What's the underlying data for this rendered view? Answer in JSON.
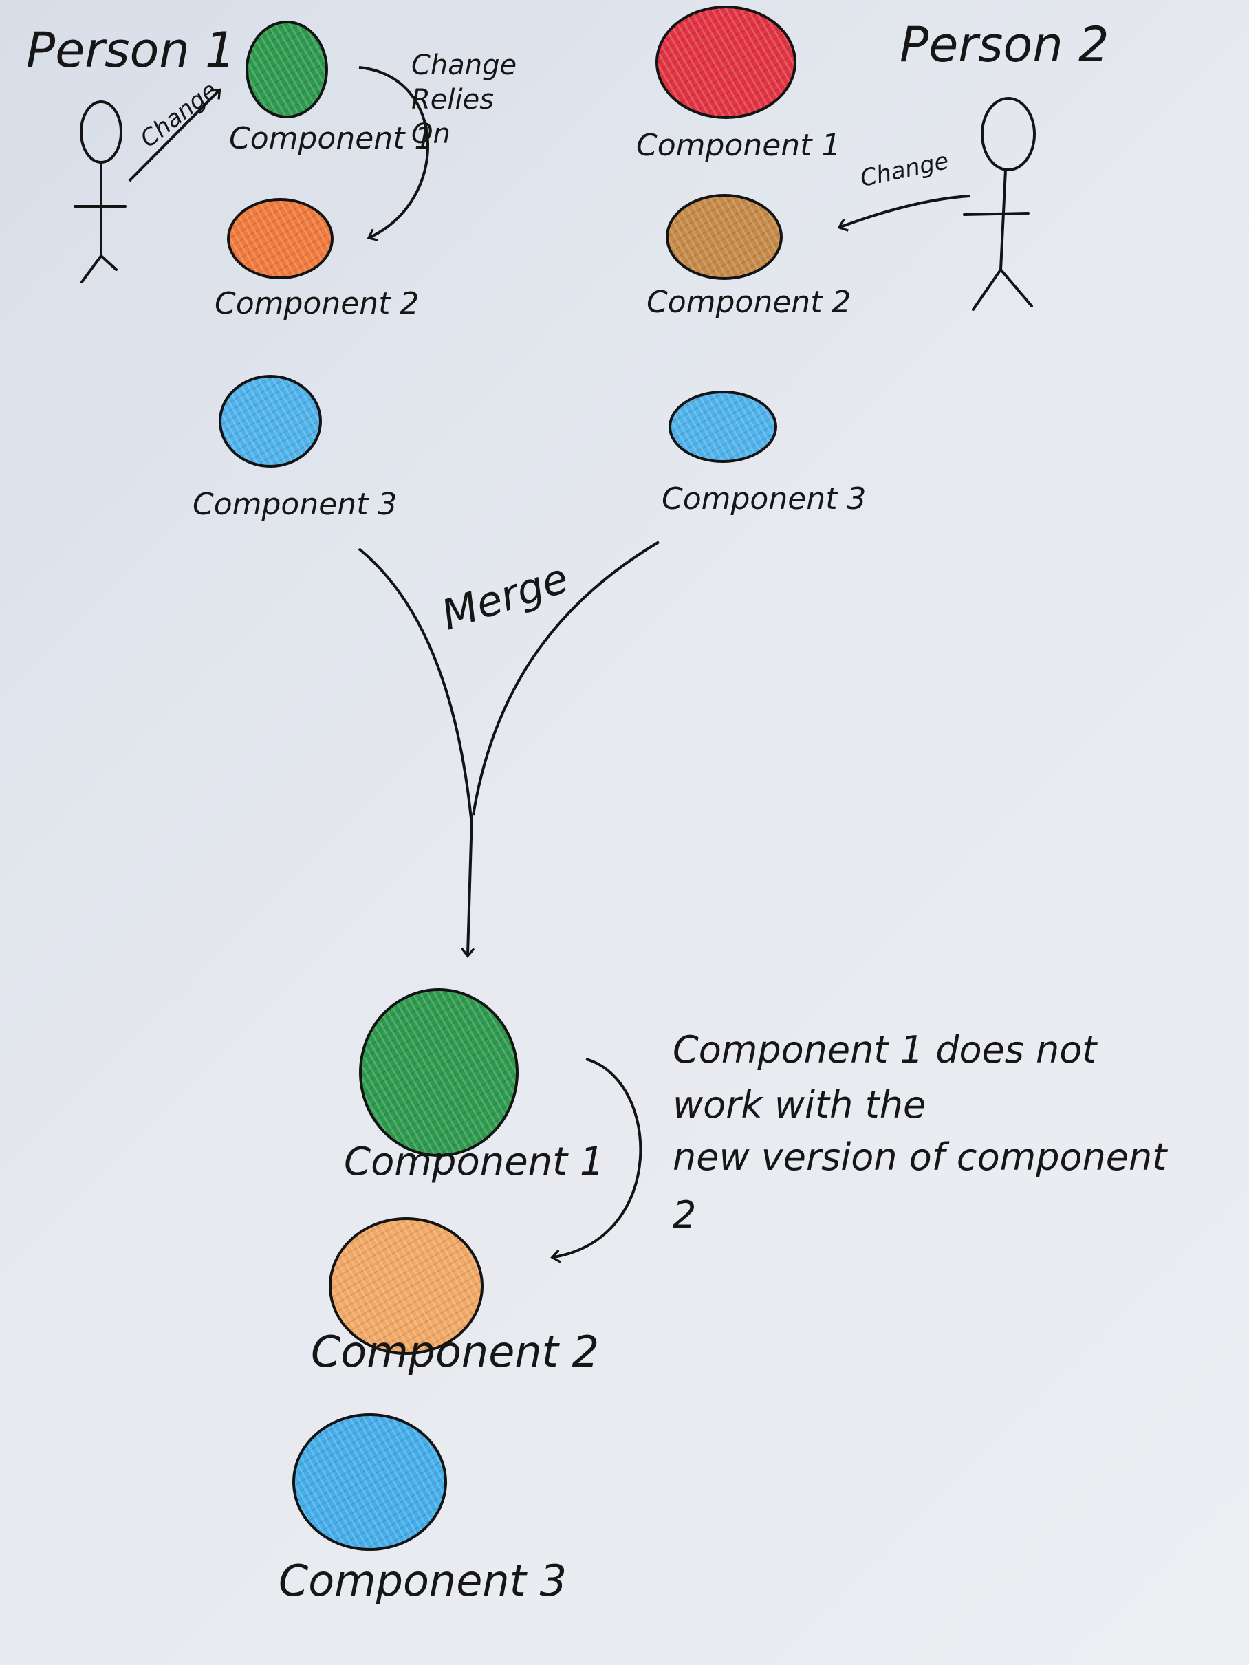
{
  "person1": {
    "title": "Person 1",
    "change_label": "Change",
    "relies_label": "Change Relies On",
    "components": [
      {
        "label": "Component 1",
        "color": "#2e9a4e"
      },
      {
        "label": "Component 2",
        "color": "#f07a3c"
      },
      {
        "label": "Component 3",
        "color": "#4fb2ea"
      }
    ]
  },
  "person2": {
    "title": "Person 2",
    "change_label": "Change",
    "components": [
      {
        "label": "Component 1",
        "color": "#e23342"
      },
      {
        "label": "Component 2",
        "color": "#c68a48"
      },
      {
        "label": "Component 3",
        "color": "#4fb2ea"
      }
    ]
  },
  "merge_label": "Merge",
  "result": {
    "components": [
      {
        "label": "Component 1",
        "color": "#2e9a4e"
      },
      {
        "label": "Component 2",
        "color": "#f1a865"
      },
      {
        "label": "Component 3",
        "color": "#45aeea"
      }
    ],
    "note_lines": [
      "Component 1 does not",
      "work with the",
      "new version of component",
      "2"
    ]
  }
}
